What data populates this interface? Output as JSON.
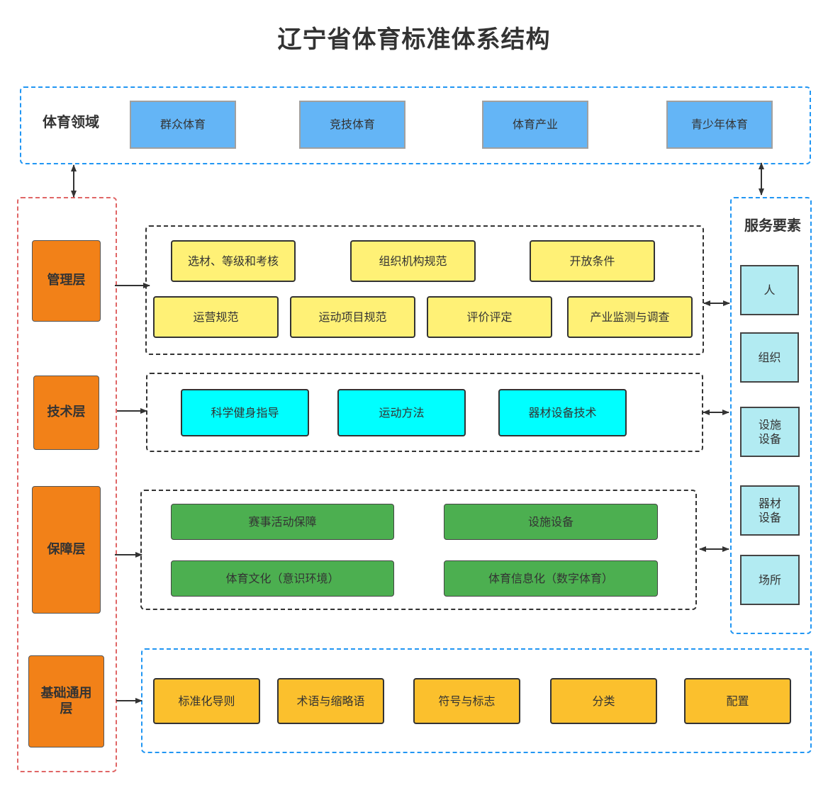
{
  "title": "辽宁省体育标准体系结构",
  "sports_domain": {
    "label": "体育领域",
    "items": [
      "群众体育",
      "竞技体育",
      "体育产业",
      "青少年体育"
    ]
  },
  "layers": {
    "management": {
      "label": "管理层",
      "items": [
        "选材、等级和考核",
        "组织机构规范",
        "开放条件",
        "运营规范",
        "运动项目规范",
        "评价评定",
        "产业监测与调查"
      ]
    },
    "technical": {
      "label": "技术层",
      "items": [
        "科学健身指导",
        "运动方法",
        "器材设备技术"
      ]
    },
    "support": {
      "label": "保障层",
      "items": [
        "赛事活动保障",
        "设施设备",
        "体育文化（意识环境）",
        "体育信息化（数字体育）"
      ]
    },
    "foundation": {
      "label": "基础通用层",
      "items": [
        "标准化导则",
        "术语与缩略语",
        "符号与标志",
        "分类",
        "配置"
      ]
    }
  },
  "service_elements": {
    "label": "服务要素",
    "items": [
      "人",
      "组织",
      "设施设备",
      "器材设备",
      "场所"
    ]
  },
  "colors": {
    "domain_fill": "#64b5f6",
    "layer_fill": "#f28118",
    "management_fill": "#fff176",
    "technical_fill": "#00ffff",
    "support_fill": "#4caf50",
    "foundation_fill": "#fbc02d",
    "service_fill": "#b2ebf2",
    "blue_dash": "#2196f3",
    "red_dash": "#e06666"
  }
}
